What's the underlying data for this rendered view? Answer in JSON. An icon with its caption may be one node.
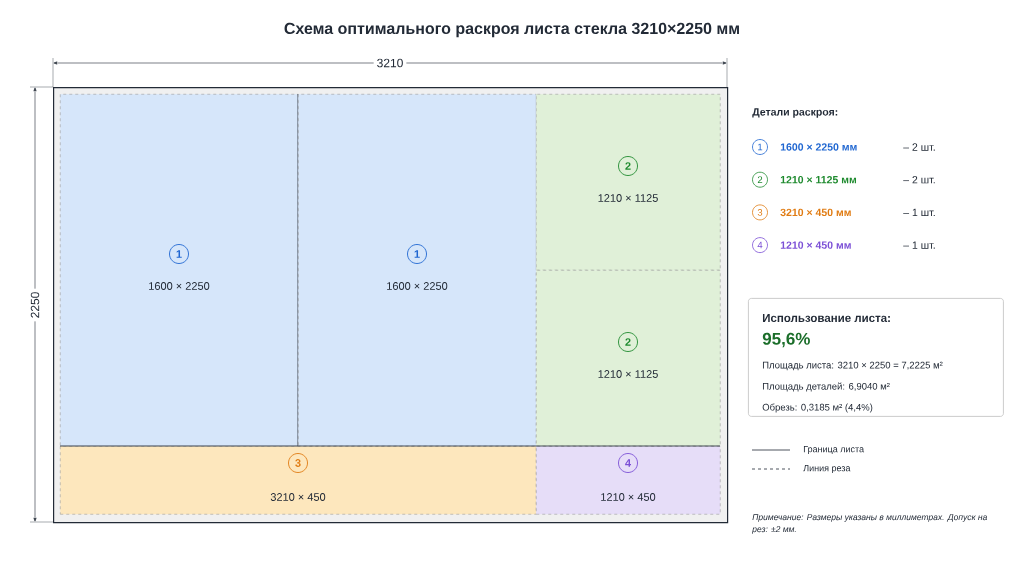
{
  "diagram": {
    "title": "Схема оптимального раскроя листа стекла 3210×2250 мм",
    "nodes": [
      {
        "text": [],
        "shape": "box"
      },
      {
        "text": [
          "1",
          "1600 × 2250"
        ],
        "in": 0
      },
      {
        "text": [
          "1",
          "1600 × 2250"
        ],
        "in": 0
      },
      {
        "text": [
          "2",
          "1210 × 1125"
        ],
        "in": 0
      },
      {
        "text": [
          "2",
          "1210 × 1125"
        ],
        "in": 0
      },
      {
        "text": [
          "3",
          "3210 × 450"
        ],
        "in": 0
      },
      {
        "text": [
          "4",
          "1210 × 450"
        ],
        "in": 0
      },
      {
        "text": [
          "Использование листа:",
          "95,6%",
          "Площадь листа:  3210 × 2250 = 7,2225 м²",
          "Площадь деталей:  6,9040 м²",
          "Обрезь:  0,3185 м² (4,4%)"
        ]
      }
    ],
    "edges": [],
    "labels": [
      "3210",
      "2250",
      "Детали раскроя:",
      "1",
      "1600 × 2250 мм",
      "– 2 шт.",
      "2",
      "1210 × 1125 мм",
      "– 2 шт.",
      "3",
      "3210 × 450 мм",
      "– 1 шт.",
      "4",
      "1210 × 450 мм",
      "– 1 шт.",
      "Примечание: Размеры указаны в миллиметрах. Допуск на рез: ±2 мм."
    ],
    "legend": [
      {
        "text": "Граница листа"
      },
      {
        "text": "Линия реза"
      }
    ]
  }
}
